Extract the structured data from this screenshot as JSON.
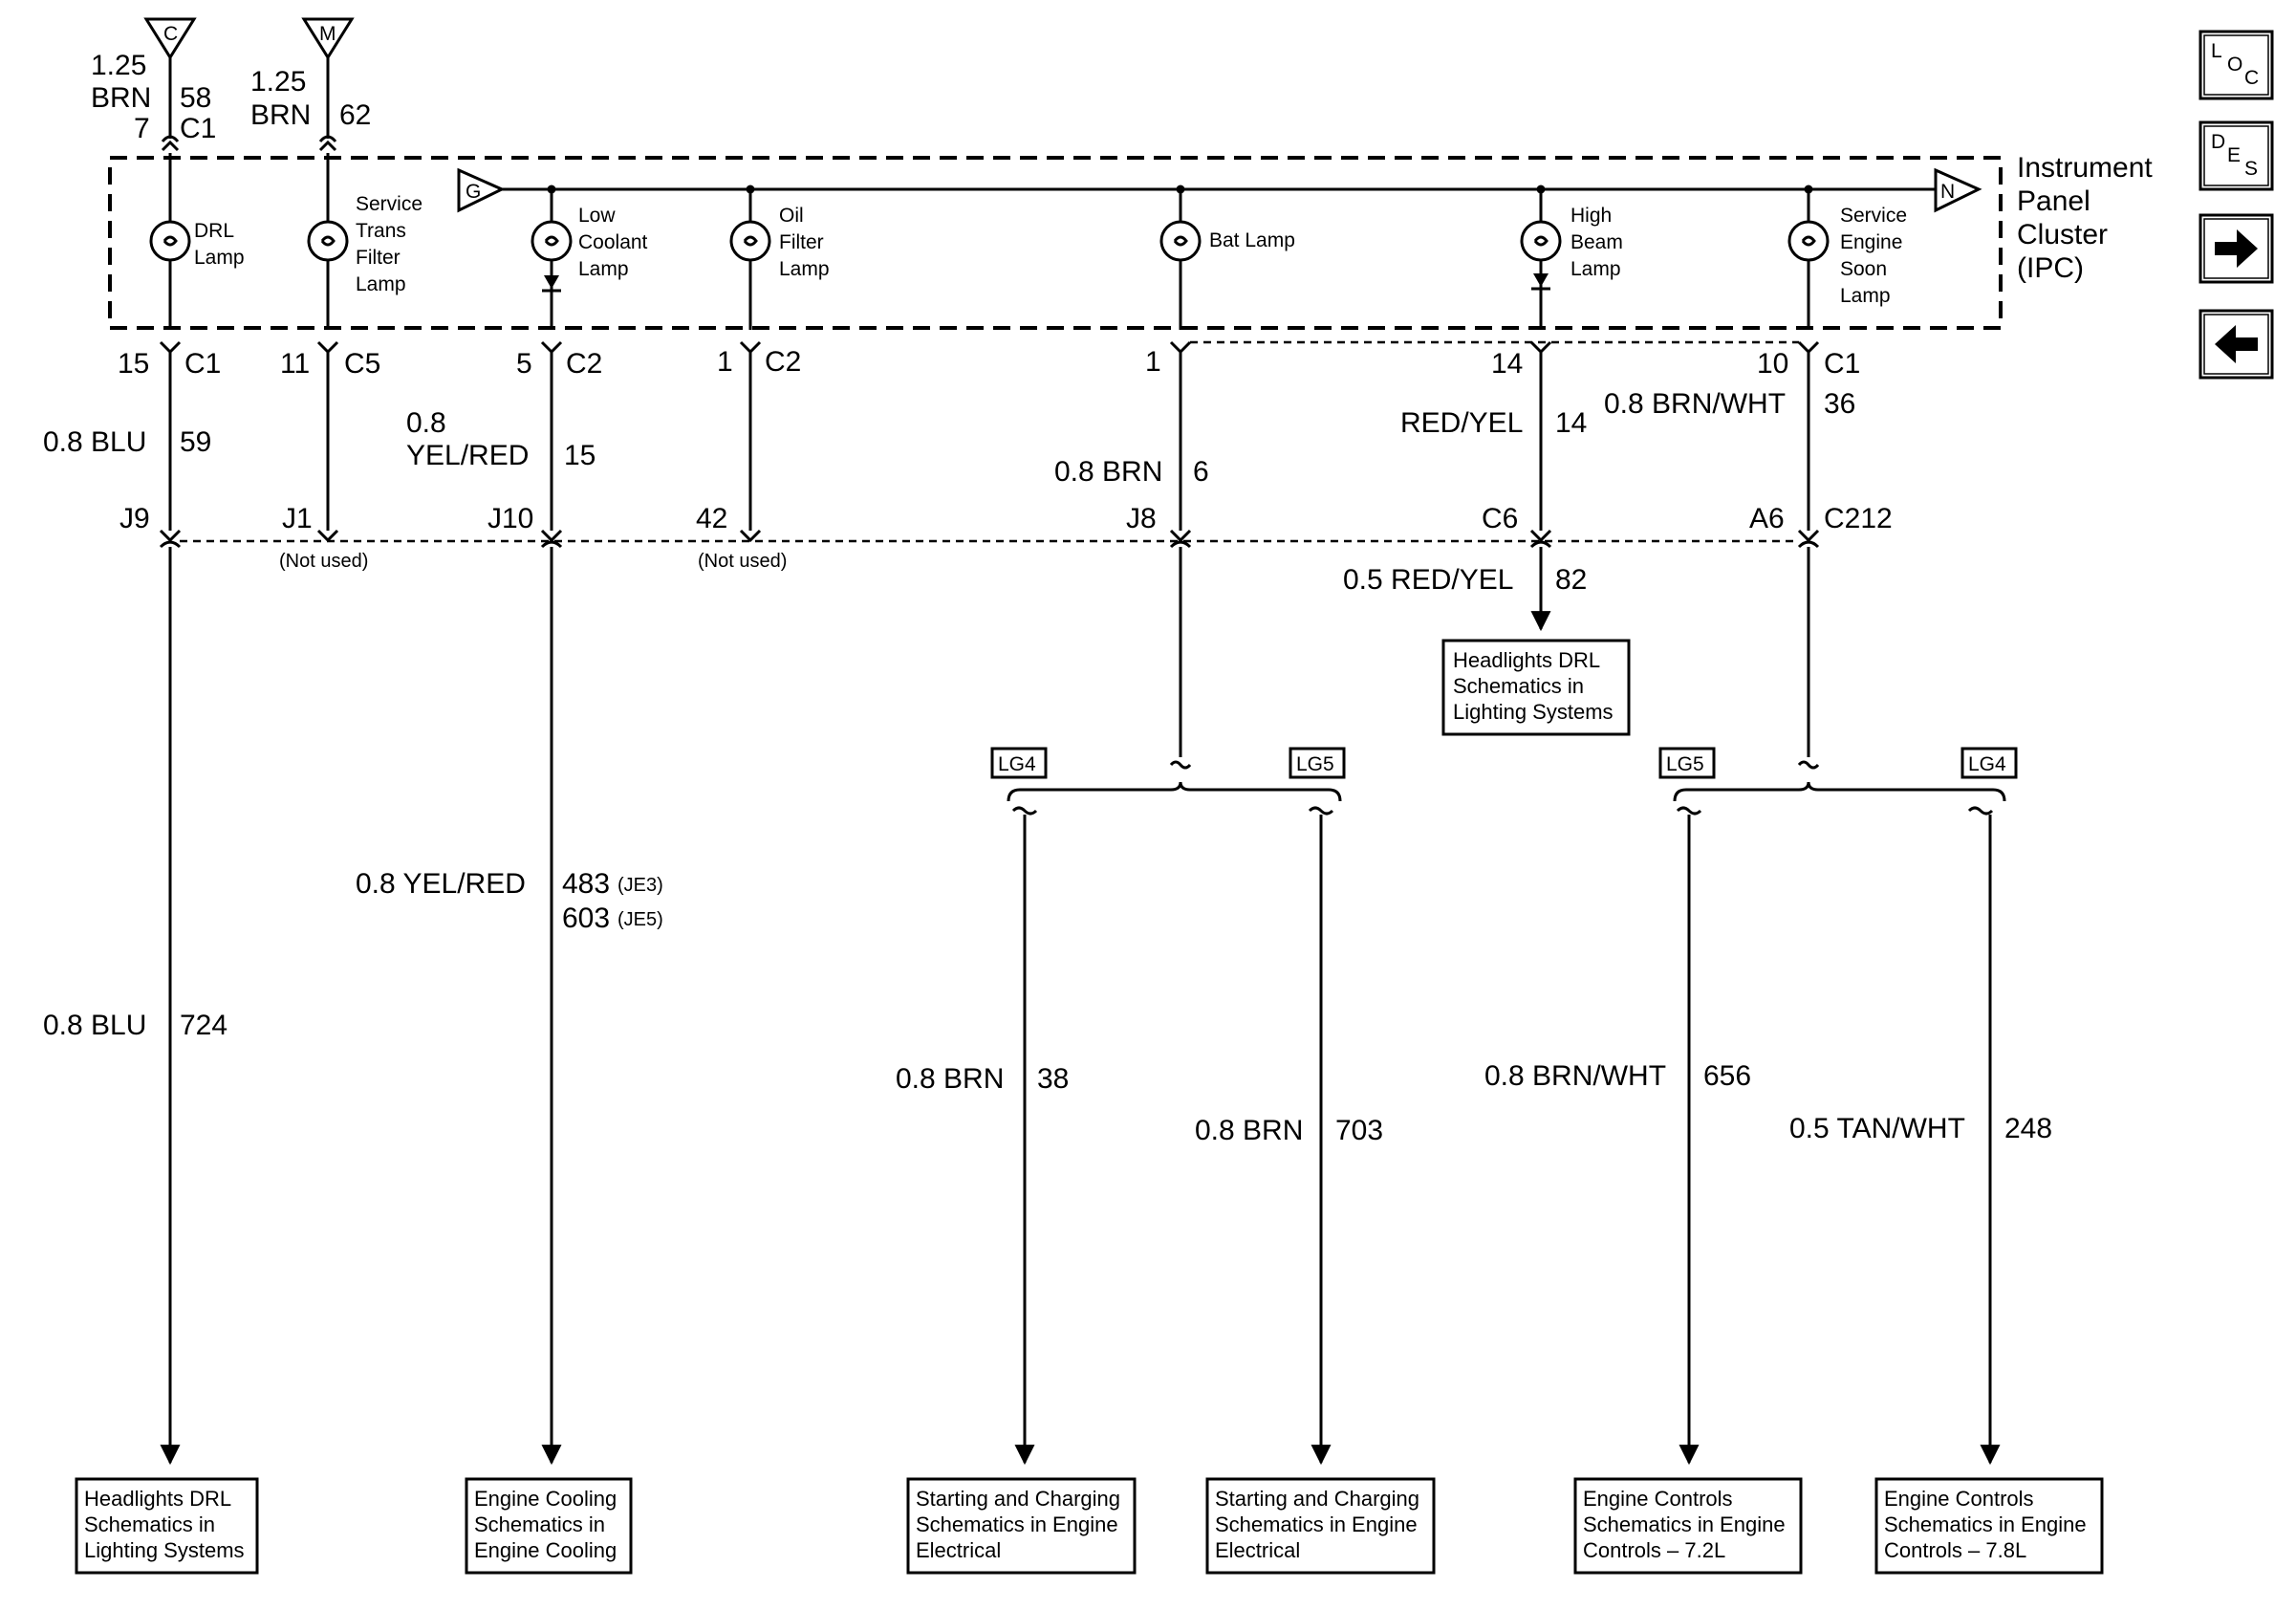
{
  "ipc": {
    "title_lines": [
      "Instrument",
      "Panel",
      "Cluster",
      "(IPC)"
    ]
  },
  "grounds": {
    "g": "G",
    "n": "N"
  },
  "top_terminals": [
    {
      "symbol": "C",
      "gauge": "1.25",
      "color": "BRN",
      "circuit": "58",
      "pin": "7",
      "connector": "C1"
    },
    {
      "symbol": "M",
      "gauge": "1.25",
      "color": "BRN",
      "circuit": "62"
    }
  ],
  "lamps": [
    {
      "lines": [
        "DRL",
        "Lamp"
      ]
    },
    {
      "lines": [
        "Service",
        "Trans",
        "Filter",
        "Lamp"
      ]
    },
    {
      "lines": [
        "Low",
        "Coolant",
        "Lamp"
      ]
    },
    {
      "lines": [
        "Oil",
        "Filter",
        "Lamp"
      ]
    },
    {
      "lines": [
        "Bat Lamp"
      ]
    },
    {
      "lines": [
        "High",
        "Beam",
        "Lamp"
      ]
    },
    {
      "lines": [
        "Service",
        "Engine",
        "Soon",
        "Lamp"
      ]
    }
  ],
  "ipc_pins": [
    {
      "pin": "15",
      "connector": "C1"
    },
    {
      "pin": "11",
      "connector": "C5"
    },
    {
      "pin": "5",
      "connector": "C2"
    },
    {
      "pin": "1",
      "connector": "C2"
    },
    {
      "pin": "1",
      "connector": ""
    },
    {
      "pin": "14",
      "connector": ""
    },
    {
      "pin": "10",
      "connector": "C1"
    }
  ],
  "upper_wires": [
    {
      "color": "0.8 BLU",
      "circuit": "59"
    },
    {
      "color_lines": [
        "0.8",
        "YEL/RED"
      ],
      "circuit": "15"
    },
    {
      "color": "0.8 BRN",
      "circuit": "6"
    },
    {
      "color": "RED/YEL",
      "circuit": "14"
    },
    {
      "color": "0.8 BRN/WHT",
      "circuit": "36"
    }
  ],
  "c212_pins": [
    {
      "pin": "J9"
    },
    {
      "pin": "J1",
      "note": "(Not used)"
    },
    {
      "pin": "J10"
    },
    {
      "pin": "42",
      "note": "(Not used)"
    },
    {
      "pin": "J8"
    },
    {
      "pin": "C6"
    },
    {
      "pin": "A6",
      "connector": "C212"
    }
  ],
  "c6_wire": {
    "color": "0.5 RED/YEL",
    "circuit": "82"
  },
  "options": [
    "LG4",
    "LG5",
    "LG5",
    "LG4"
  ],
  "lower_wires": [
    {
      "color": "0.8 BLU",
      "circuit": "724"
    },
    {
      "color": "0.8 YEL/RED",
      "circuit_lines": [
        {
          "num": "483",
          "opt": "(JE3)"
        },
        {
          "num": "603",
          "opt": "(JE5)"
        }
      ]
    },
    {
      "color": "0.8 BRN",
      "circuit": "38"
    },
    {
      "color": "0.8 BRN",
      "circuit": "703"
    },
    {
      "color": "0.8 BRN/WHT",
      "circuit": "656"
    },
    {
      "color": "0.5 TAN/WHT",
      "circuit": "248"
    }
  ],
  "destinations": [
    {
      "lines": [
        "Headlights DRL",
        "Schematics in",
        "Lighting Systems"
      ]
    },
    {
      "lines": [
        "Headlights DRL",
        "Schematics in",
        "Lighting Systems"
      ]
    },
    {
      "lines": [
        "Engine Cooling",
        "Schematics in",
        "Engine Cooling"
      ]
    },
    {
      "lines": [
        "Starting and Charging",
        "Schematics in Engine",
        "Electrical"
      ]
    },
    {
      "lines": [
        "Starting and Charging",
        "Schematics in Engine",
        "Electrical"
      ]
    },
    {
      "lines": [
        "Engine Controls",
        "Schematics in Engine",
        "Controls – 7.2L"
      ]
    },
    {
      "lines": [
        "Engine Controls",
        "Schematics in Engine",
        "Controls – 7.8L"
      ]
    }
  ],
  "nav": {
    "loc": {
      "a": "L",
      "b": "O",
      "c": "C"
    },
    "des": {
      "a": "D",
      "b": "E",
      "c": "S"
    }
  }
}
